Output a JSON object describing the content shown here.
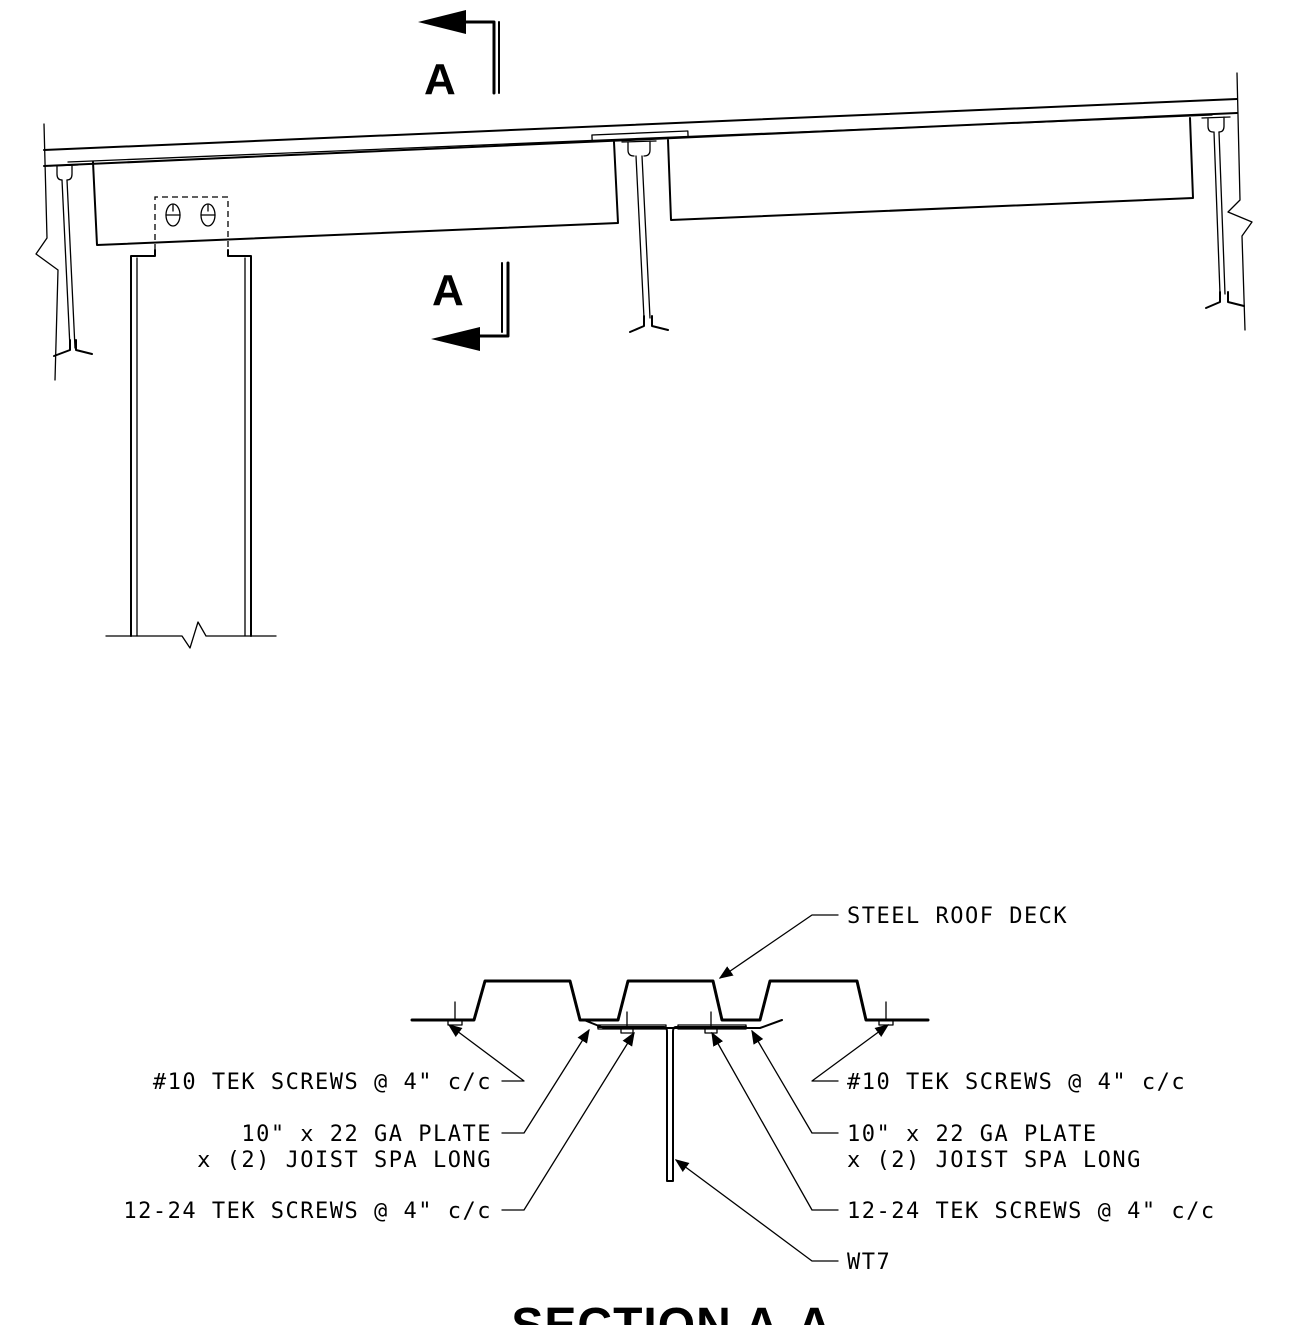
{
  "section_marks": {
    "label_top": "A",
    "label_bottom": "A"
  },
  "callouts": {
    "steel_roof_deck": "STEEL ROOF DECK",
    "tek_left": "#10 TEK SCREWS @ 4\" c/c",
    "tek_right": "#10 TEK SCREWS @ 4\" c/c",
    "plate_left_1": "10\" x 22 GA PLATE",
    "plate_left_2": "x (2) JOIST SPA LONG",
    "plate_right_1": "10\" x 22 GA PLATE",
    "plate_right_2": "x (2) JOIST SPA LONG",
    "screw1224_left": "12-24 TEK SCREWS @ 4\" c/c",
    "screw1224_right": "12-24 TEK SCREWS @ 4\" c/c",
    "wt7": "WT7"
  },
  "title": "SECTION A-A"
}
